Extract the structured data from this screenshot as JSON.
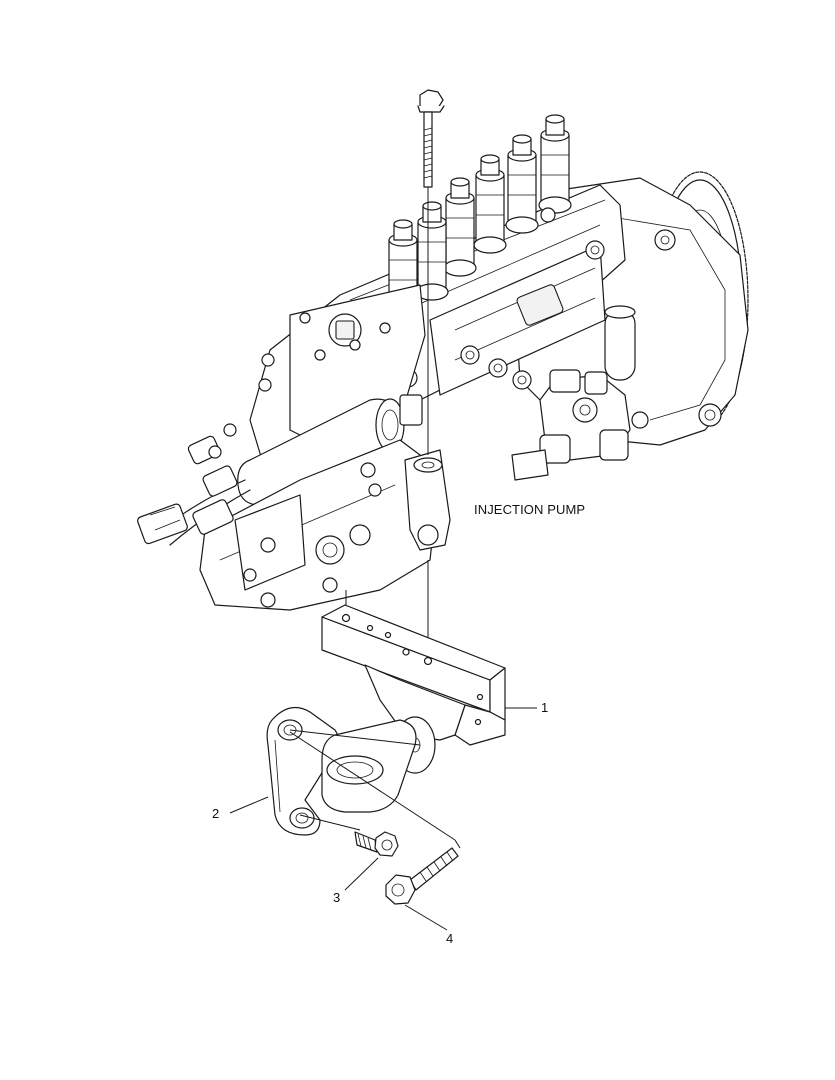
{
  "diagram": {
    "assembly_label": "INJECTION PUMP",
    "callouts": {
      "c1": "1",
      "c2": "2",
      "c3": "3",
      "c4": "4"
    },
    "line_color": "#1a1a1a",
    "fill_color": "#ffffff",
    "shade_color": "#f2f2f2"
  }
}
